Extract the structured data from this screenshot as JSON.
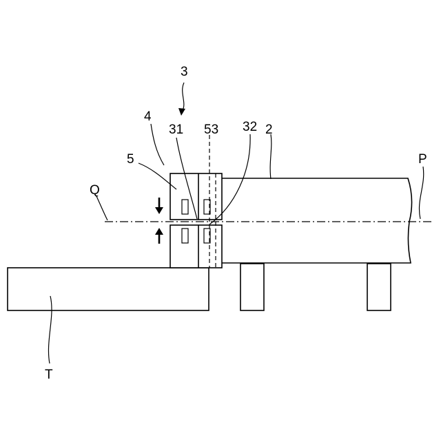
{
  "labels": {
    "ref_3": "3",
    "ref_4": "4",
    "ref_5": "5",
    "ref_31": "31",
    "ref_53": "53",
    "ref_32": "32",
    "ref_2": "2",
    "ref_p": "P",
    "ref_q": "Q",
    "ref_t": "T"
  }
}
